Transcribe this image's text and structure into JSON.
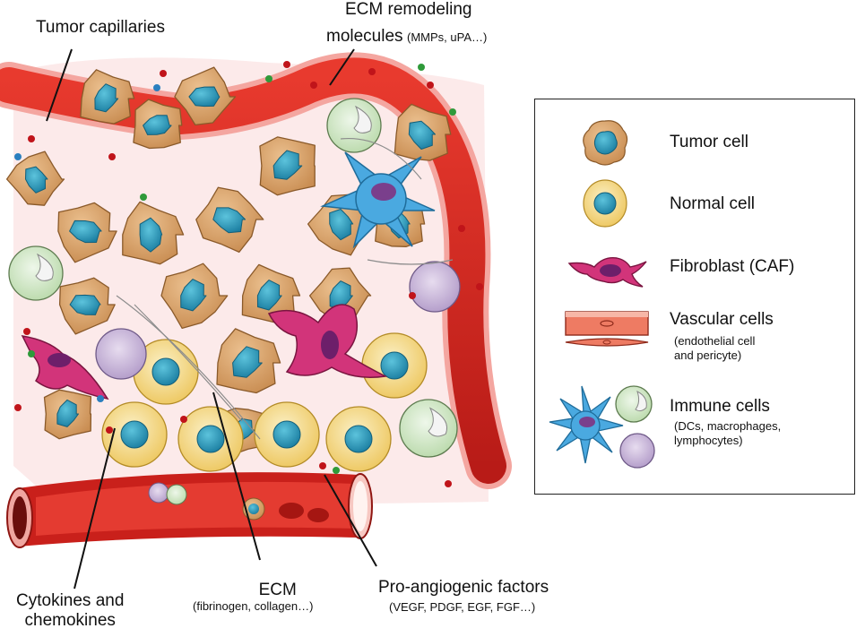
{
  "labels": {
    "tumor_capillaries": "Tumor capillaries",
    "ecm_remodeling_line1": "ECM remodeling",
    "ecm_remodeling_line2": "molecules",
    "ecm_remodeling_examples": "(MMPs, uPA…)",
    "cytokines_line1": "Cytokines and",
    "cytokines_line2": "chemokines",
    "ecm": "ECM",
    "ecm_examples": "(fibrinogen, collagen…)",
    "pro_angiogenic": "Pro-angiogenic factors",
    "pro_angiogenic_examples": "(VEGF, PDGF, EGF, FGF…)"
  },
  "legend": {
    "items": [
      {
        "label": "Tumor cell",
        "sub": "",
        "icon": "tumor-cell-icon"
      },
      {
        "label": "Normal cell",
        "sub": "",
        "icon": "normal-cell-icon"
      },
      {
        "label": "Fibroblast (CAF)",
        "sub": "",
        "icon": "fibroblast-icon"
      },
      {
        "label": "Vascular cells",
        "sub_line1": "(endothelial cell",
        "sub_line2": "and pericyte)",
        "icon": "vascular-cells-icon"
      },
      {
        "label": "Immune cells",
        "sub_line1": "(DCs, macrophages,",
        "sub_line2": "lymphocytes)",
        "icon": "immune-cells-icon"
      }
    ]
  },
  "colors": {
    "tumor_cell": "#d9a36a",
    "tumor_nucleus": "#1f8fb0",
    "normal_cell": "#f2d27a",
    "vessel": "#d8251f",
    "fibroblast": "#d2347a",
    "macrophage": "#cfe6c4",
    "lymphocyte": "#c8b4d6",
    "dendritic": "#4aa9e0"
  }
}
